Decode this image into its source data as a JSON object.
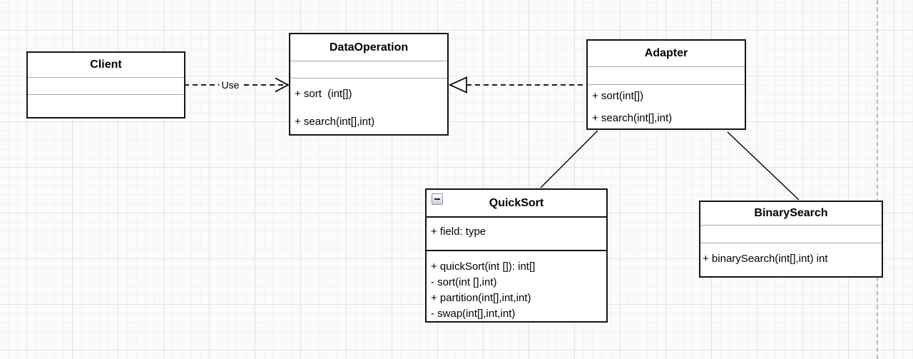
{
  "diagram": {
    "classes": {
      "client": {
        "title": "Client"
      },
      "data_operation": {
        "title": "DataOperation",
        "methods": [
          "+ sort  (int[])",
          "+ search(int[],int)"
        ]
      },
      "adapter": {
        "title": "Adapter",
        "methods": [
          "+ sort(int[])",
          "+ search(int[],int)"
        ]
      },
      "quick_sort": {
        "title": "QuickSort",
        "collapse_icon": "minus-square",
        "fields": [
          "+ field: type"
        ],
        "methods": [
          "+ quickSort(int []): int[]",
          "- sort(int [],int)",
          "+ partition(int[],int,int)",
          "- swap(int[],int,int)"
        ]
      },
      "binary_search": {
        "title": "BinarySearch",
        "methods": [
          "+ binarySearch(int[],int) int"
        ]
      }
    },
    "relations": {
      "client_to_dataoperation": {
        "type": "dependency (dashed, open arrow)",
        "label": "Use"
      },
      "adapter_to_dataoperation": {
        "type": "realization (dashed, hollow triangle)"
      },
      "adapter_to_quicksort": {
        "type": "association (solid line)"
      },
      "adapter_to_binarysearch": {
        "type": "association (solid line)"
      }
    },
    "colors": {
      "box_border": "#141414",
      "box_fill": "#ffffff",
      "divider_gray": "#a6a6a6",
      "edge": "#000000",
      "page_boundary": "#b9b9b9"
    }
  }
}
